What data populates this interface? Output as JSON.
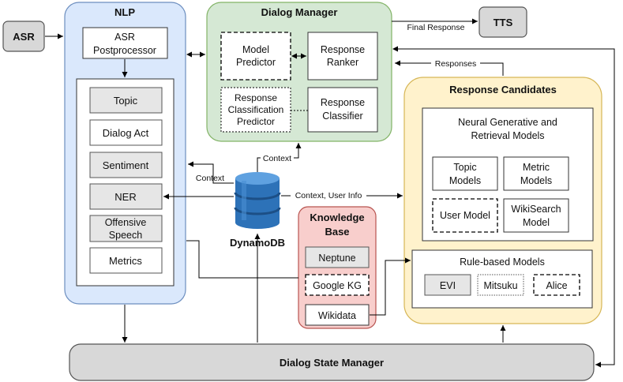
{
  "asr": "ASR",
  "tts": "TTS",
  "nlp": {
    "title": "NLP",
    "postprocessor": [
      "ASR",
      "Postprocessor"
    ],
    "modules": {
      "topic": "Topic",
      "dialog_act": "Dialog Act",
      "sentiment": "Sentiment",
      "ner": "NER",
      "offensive": [
        "Offensive",
        "Speech"
      ],
      "metrics": "Metrics"
    }
  },
  "dialog_manager": {
    "title": "Dialog Manager",
    "model_predictor": [
      "Model",
      "Predictor"
    ],
    "response_ranker": [
      "Response",
      "Ranker"
    ],
    "classification_predictor": [
      "Response",
      "Classification",
      "Predictor"
    ],
    "response_classifier": [
      "Response",
      "Classifier"
    ]
  },
  "response_candidates": {
    "title": "Response Candidates",
    "neural_title": [
      "Neural Generative and",
      "Retrieval Models"
    ],
    "topic_models": [
      "Topic",
      "Models"
    ],
    "metric_models": [
      "Metric",
      "Models"
    ],
    "user_model": "User Model",
    "wikisearch_model": [
      "WikiSearch",
      "Model"
    ],
    "rule_title": "Rule-based Models",
    "evi": "EVI",
    "mitsuku": "Mitsuku",
    "alice": "Alice"
  },
  "knowledge_base": {
    "title": [
      "Knowledge",
      "Base"
    ],
    "neptune": "Neptune",
    "google_kg": "Google KG",
    "wikidata": "Wikidata"
  },
  "dynamodb": "DynamoDB",
  "dialog_state_manager": "Dialog State Manager",
  "edge_labels": {
    "final_response": "Final Response",
    "responses": "Responses",
    "context_top": "Context",
    "context_left": "Context",
    "context_user_info": "Context, User Info"
  },
  "colors": {
    "nlp_fill": "#dae8fc",
    "nlp_stroke": "#6c8ebf",
    "dm_fill": "#d5e8d4",
    "dm_stroke": "#82b366",
    "rc_fill": "#fff2cc",
    "rc_stroke": "#d6b656",
    "kb_fill": "#f8cecc",
    "kb_stroke": "#b85450",
    "gray_fill": "#e6e6e6",
    "dsm_fill": "#d8d8d8",
    "db_blue": "#2d72b8"
  }
}
